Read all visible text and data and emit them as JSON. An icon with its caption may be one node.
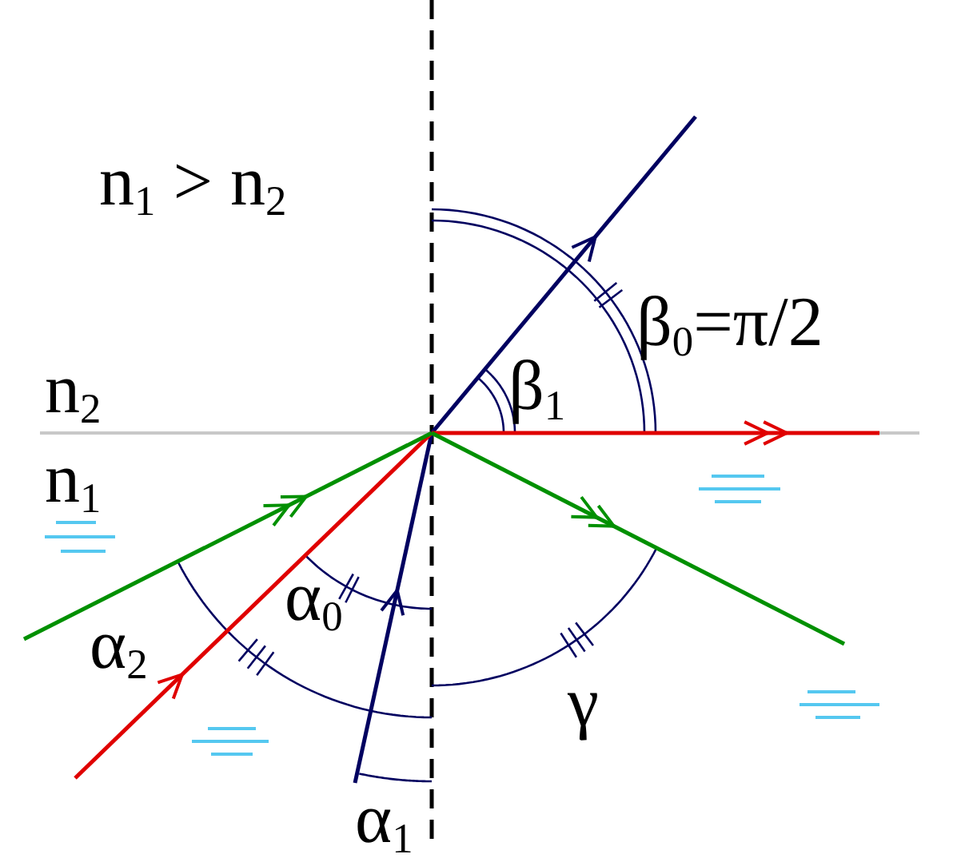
{
  "diagram": {
    "labels": [
      "n$_{1}$ > n$_{2}$",
      "β$_{0}$=π/2",
      "n$_{2}$",
      "β$_{1}$",
      "n$_{1}$",
      "α$_{0}$",
      "α$_{2}$",
      "γ",
      "α$_{1}$"
    ]
  }
}
